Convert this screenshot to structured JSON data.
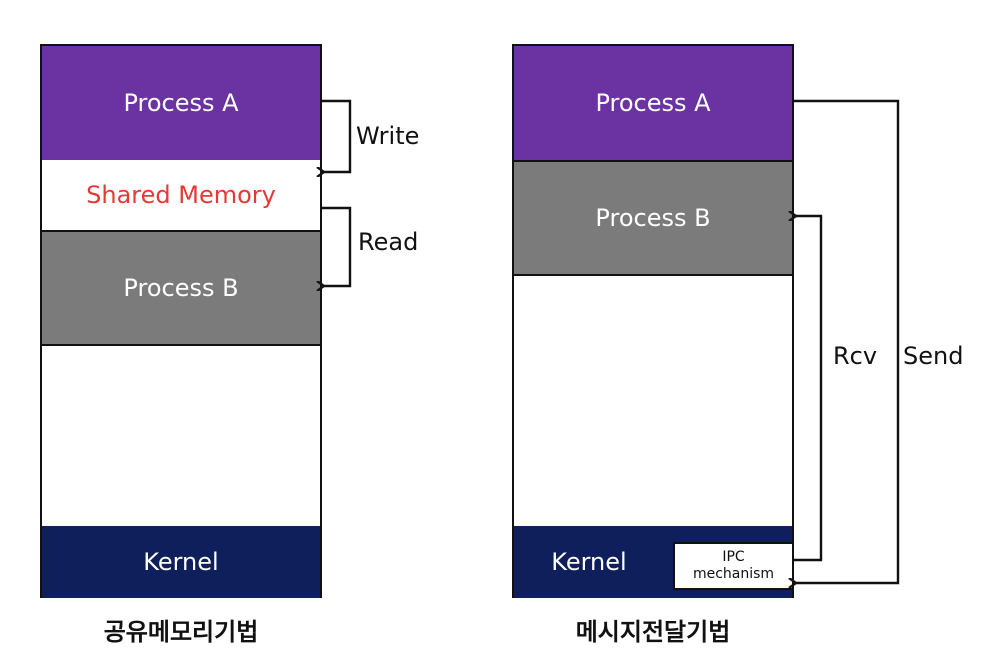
{
  "shared_memory_diagram": {
    "process_a": "Process A",
    "shared_memory": "Shared Memory",
    "process_b": "Process B",
    "kernel": "Kernel",
    "write_label": "Write",
    "read_label": "Read",
    "caption": "공유메모리기법"
  },
  "message_passing_diagram": {
    "process_a": "Process A",
    "process_b": "Process B",
    "kernel": "Kernel",
    "ipc_line1": "IPC",
    "ipc_line2": "mechanism",
    "rcv_label": "Rcv",
    "send_label": "Send",
    "caption": "메시지전달기법"
  },
  "colors": {
    "process_a": "#6a33a1",
    "process_b": "#7b7b7b",
    "kernel": "#0e1f5b",
    "shared_memory_text": "#e53935"
  }
}
